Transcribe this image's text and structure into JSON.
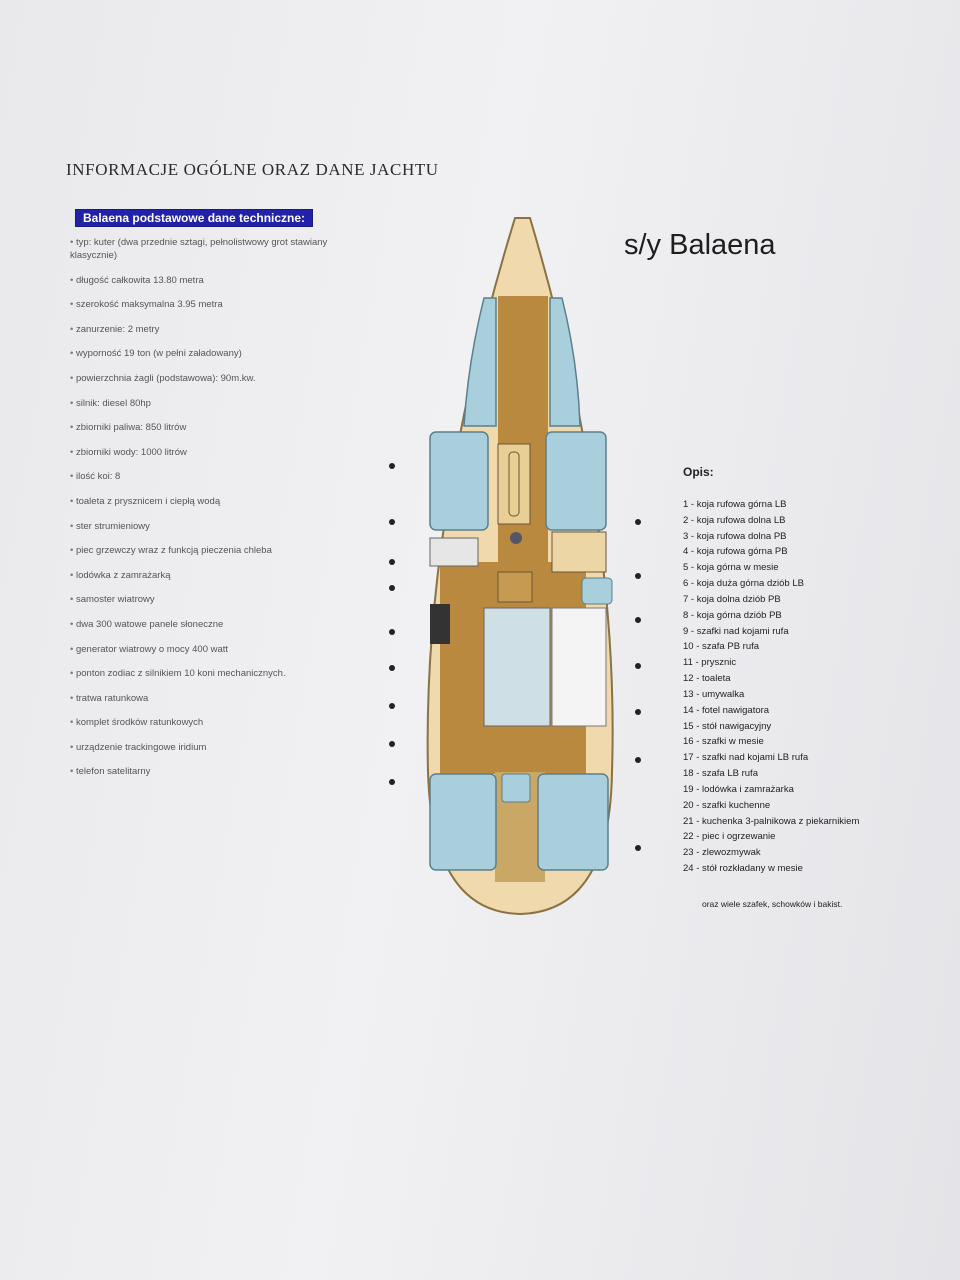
{
  "header": {
    "title": "INFORMACJE OGÓLNE ORAZ DANE JACHTU"
  },
  "specs": {
    "heading": "Balaena podstawowe dane techniczne:",
    "items": [
      "typ: kuter (dwa przednie sztagi, pełnolistwowy grot stawiany klasycznie)",
      "długość całkowita 13.80 metra",
      "szerokość maksymalna 3.95 metra",
      "zanurzenie: 2 metry",
      "wyporność 19 ton (w pełni załadowany)",
      "powierzchnia żagli (podstawowa): 90m.kw.",
      "silnik: diesel 80hp",
      "zbiorniki paliwa: 850 litrów",
      "zbiorniki wody: 1000 litrów",
      "ilość koi: 8",
      "toaleta z prysznicem i ciepłą wodą",
      "ster strumieniowy",
      "piec grzewczy wraz z funkcją pieczenia chleba",
      "lodówka z zamrażarką",
      "samoster wiatrowy",
      "dwa 300 watowe panele słoneczne",
      "generator wiatrowy o mocy 400 watt",
      "ponton zodiac z silnikiem 10 koni mechanicznych.",
      "tratwa ratunkowa",
      "komplet środków ratunkowych",
      "urządzenie trackingowe iridium",
      "telefon satelitarny"
    ]
  },
  "yacht": {
    "name": "s/y Balaena"
  },
  "legend": {
    "heading": "Opis:",
    "items": [
      "1 - koja rufowa górna LB",
      "2 - koja rufowa dolna LB",
      "3 - koja rufowa dolna PB",
      "4 - koja rufowa górna PB",
      "5 - koja górna w mesie",
      "6 - koja duża górna dziób LB",
      "7 - koja dolna dziób PB",
      "8 - koja górna dziób PB",
      "9 - szafki nad kojami rufa",
      "10 - szafa PB rufa",
      "11 - prysznic",
      "12 - toaleta",
      "13 - umywalka",
      "14 - fotel nawigatora",
      "15 - stół nawigacyjny",
      "16 - szafki w mesie",
      "17 - szafki nad kojami LB rufa",
      "18 - szafa LB rufa",
      "19 - lodówka i zamrażarka",
      "20 - szafki kuchenne",
      "21 - kuchenka 3-palnikowa z piekarnikiem",
      "22 - piec i ogrzewanie",
      "23 - zlewozmywak",
      "24 - stół rozkładany w mesie"
    ],
    "footnote": "oraz wiele szafek, schowków i bakist."
  },
  "colors": {
    "hull": "#efd9ad",
    "floor": "#b9893f",
    "berth": "#a9cfdc",
    "header_bg": "#2222a8"
  }
}
